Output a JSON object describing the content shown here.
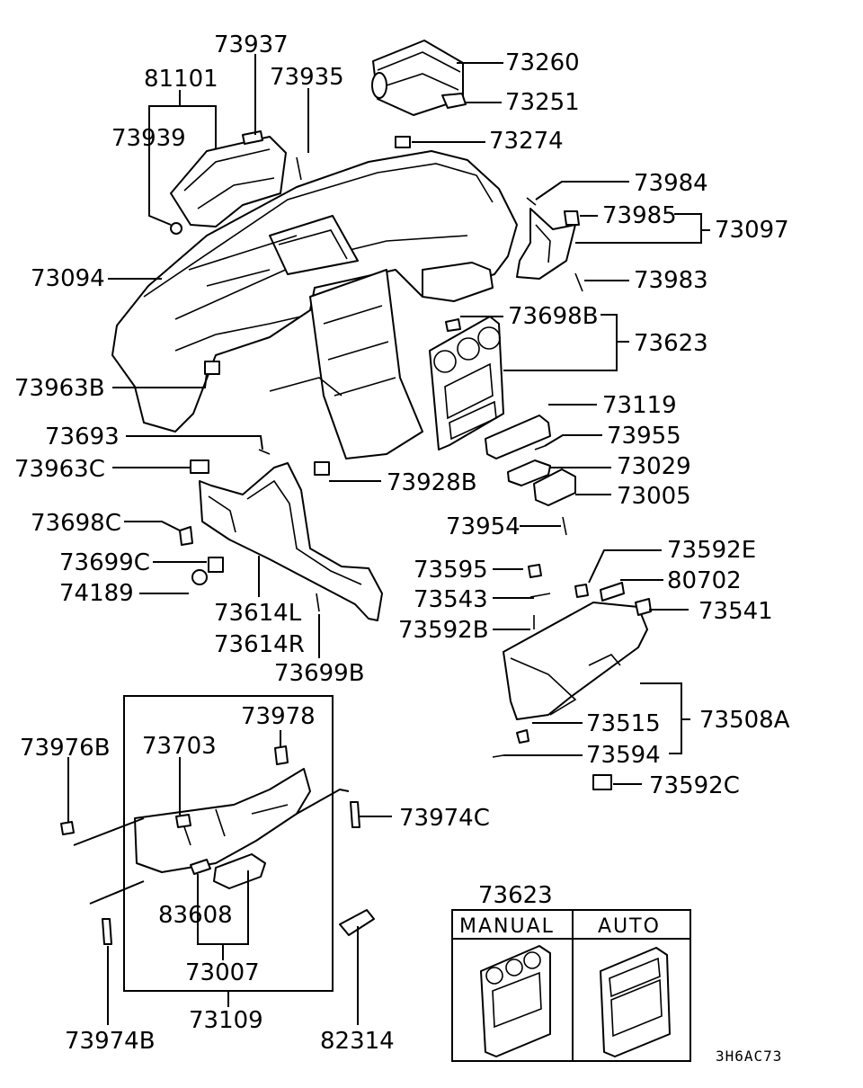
{
  "labels": {
    "l73937": "73937",
    "l81101": "81101",
    "l73935": "73935",
    "l73939": "73939",
    "l73260": "73260",
    "l73251": "73251",
    "l73274": "73274",
    "l73984": "73984",
    "l73985": "73985",
    "l73097": "73097",
    "l73094": "73094",
    "l73983": "73983",
    "l73698B": "73698B",
    "l73623": "73623",
    "l73963B": "73963B",
    "l73119": "73119",
    "l73693": "73693",
    "l73955": "73955",
    "l73963C": "73963C",
    "l73928B": "73928B",
    "l73029": "73029",
    "l73005": "73005",
    "l73698C": "73698C",
    "l73954": "73954",
    "l73592E": "73592E",
    "l73699C": "73699C",
    "l73595": "73595",
    "l80702": "80702",
    "l74189": "74189",
    "l73543": "73543",
    "l73541": "73541",
    "l73614L": "73614L",
    "l73592B": "73592B",
    "l73614R": "73614R",
    "l73699B": "73699B",
    "l73978": "73978",
    "l73515": "73515",
    "l73508A": "73508A",
    "l73976B": "73976B",
    "l73703": "73703",
    "l73594": "73594",
    "l73592C": "73592C",
    "l73974C": "73974C",
    "l73623b": "73623",
    "l83608": "83608",
    "l73007": "73007",
    "l73109": "73109",
    "l73974B": "73974B",
    "l82314": "82314"
  },
  "variant_table": {
    "manual": "MANUAL",
    "auto": "AUTO"
  },
  "reference_code": "3H6AC73"
}
